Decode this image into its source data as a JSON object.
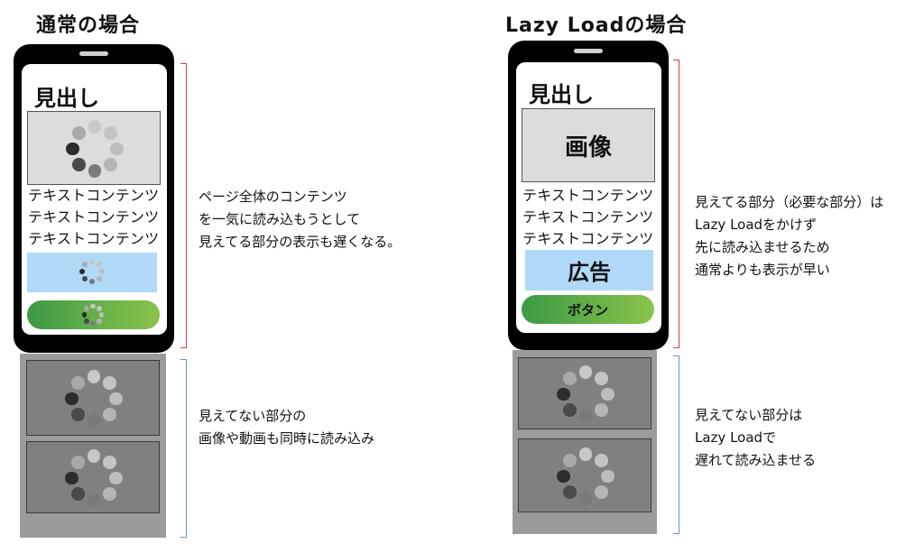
{
  "left": {
    "title": "通常の場合",
    "heading": "見出し",
    "text_lines": [
      "テキストコンテンツ",
      "テキストコンテンツ",
      "テキストコンテンツ"
    ],
    "note_visible": [
      "ページ全体のコンテンツ",
      "を一気に読み込もうとして",
      "見えてる部分の表示も遅くなる。"
    ],
    "note_hidden": [
      "見えてない部分の",
      "画像や動画も同時に読み込み"
    ]
  },
  "right": {
    "title": "Lazy Loadの場合",
    "heading": "見出し",
    "image_label": "画像",
    "text_lines": [
      "テキストコンテンツ",
      "テキストコンテンツ",
      "テキストコンテンツ"
    ],
    "ad_label": "広告",
    "button_label": "ボタン",
    "note_visible": [
      "見えてる部分（必要な部分）は",
      "Lazy Loadをかけず",
      "先に読み込ませるため",
      "通常よりも表示が早い"
    ],
    "note_hidden": [
      "見えてない部分は",
      "Lazy Loadで",
      "遅れて読み込ませる"
    ]
  },
  "colors": {
    "visible_bracket": "#e53935",
    "hidden_bracket": "#5b9bd5",
    "ad_background": "#b0d9f8",
    "button_gradient_start": "#3b9a46",
    "button_gradient_end": "#8bc34a"
  },
  "icons": [
    "loading-spinner-icon"
  ]
}
